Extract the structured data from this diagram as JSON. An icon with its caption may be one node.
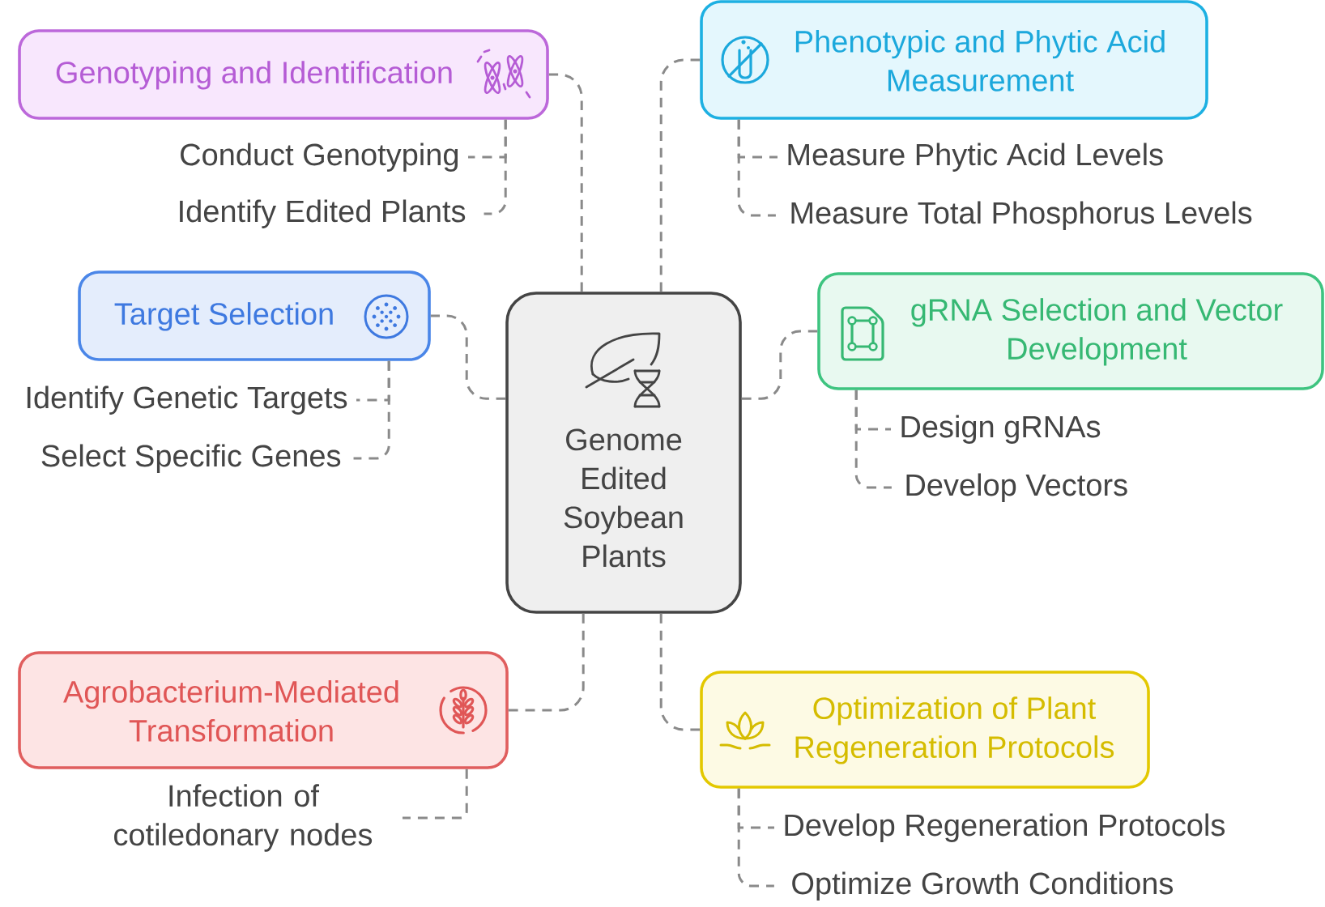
{
  "diagram": {
    "nodes": [
      {
        "text": [
          "Genome Edited Soybean Plants"
        ]
      },
      {
        "text": [
          "Genotyping and Identification"
        ]
      },
      {
        "text": [
          "Conduct Genotyping"
        ]
      },
      {
        "text": [
          "Identify Edited Plants"
        ]
      },
      {
        "text": [
          "Phenotypic and Phytic Acid Measurement"
        ]
      },
      {
        "text": [
          "Measure Phytic Acid Levels"
        ]
      },
      {
        "text": [
          "Measure Total Phosphorus Levels"
        ]
      },
      {
        "text": [
          "Target Selection"
        ]
      },
      {
        "text": [
          "Identify Genetic Targets"
        ]
      },
      {
        "text": [
          "Select Specific Genes"
        ]
      },
      {
        "text": [
          "gRNA Selection and Vector Development"
        ]
      },
      {
        "text": [
          "Design gRNAs"
        ]
      },
      {
        "text": [
          "Develop Vectors"
        ]
      },
      {
        "text": [
          "Agrobacterium-Mediated Transformation"
        ]
      },
      {
        "text": [
          "Infection of cotiledonary nodes"
        ]
      },
      {
        "text": [
          "Optimization of Plant Regeneration Protocols"
        ]
      },
      {
        "text": [
          "Develop Regeneration Protocols"
        ]
      },
      {
        "text": [
          "Optimize Growth Conditions"
        ]
      }
    ],
    "edges": [
      {
        "from": 0,
        "to": 1,
        "arrow": "none",
        "style": "dashed"
      },
      {
        "from": 1,
        "to": 2,
        "arrow": "none",
        "style": "dashed"
      },
      {
        "from": 1,
        "to": 3,
        "arrow": "none",
        "style": "dashed"
      },
      {
        "from": 0,
        "to": 4,
        "arrow": "none",
        "style": "dashed"
      },
      {
        "from": 4,
        "to": 5,
        "arrow": "none",
        "style": "dashed"
      },
      {
        "from": 4,
        "to": 6,
        "arrow": "none",
        "style": "dashed"
      },
      {
        "from": 0,
        "to": 7,
        "arrow": "none",
        "style": "dashed"
      },
      {
        "from": 7,
        "to": 8,
        "arrow": "none",
        "style": "dashed"
      },
      {
        "from": 7,
        "to": 9,
        "arrow": "none",
        "style": "dashed"
      },
      {
        "from": 0,
        "to": 10,
        "arrow": "none",
        "style": "dashed"
      },
      {
        "from": 10,
        "to": 11,
        "arrow": "none",
        "style": "dashed"
      },
      {
        "from": 10,
        "to": 12,
        "arrow": "none",
        "style": "dashed"
      },
      {
        "from": 0,
        "to": 13,
        "arrow": "none",
        "style": "dashed"
      },
      {
        "from": 13,
        "to": 14,
        "arrow": "none",
        "style": "dashed"
      },
      {
        "from": 0,
        "to": 15,
        "arrow": "none",
        "style": "dashed"
      },
      {
        "from": 15,
        "to": 16,
        "arrow": "none",
        "style": "dashed"
      },
      {
        "from": 15,
        "to": 17,
        "arrow": "none",
        "style": "dashed"
      }
    ]
  }
}
